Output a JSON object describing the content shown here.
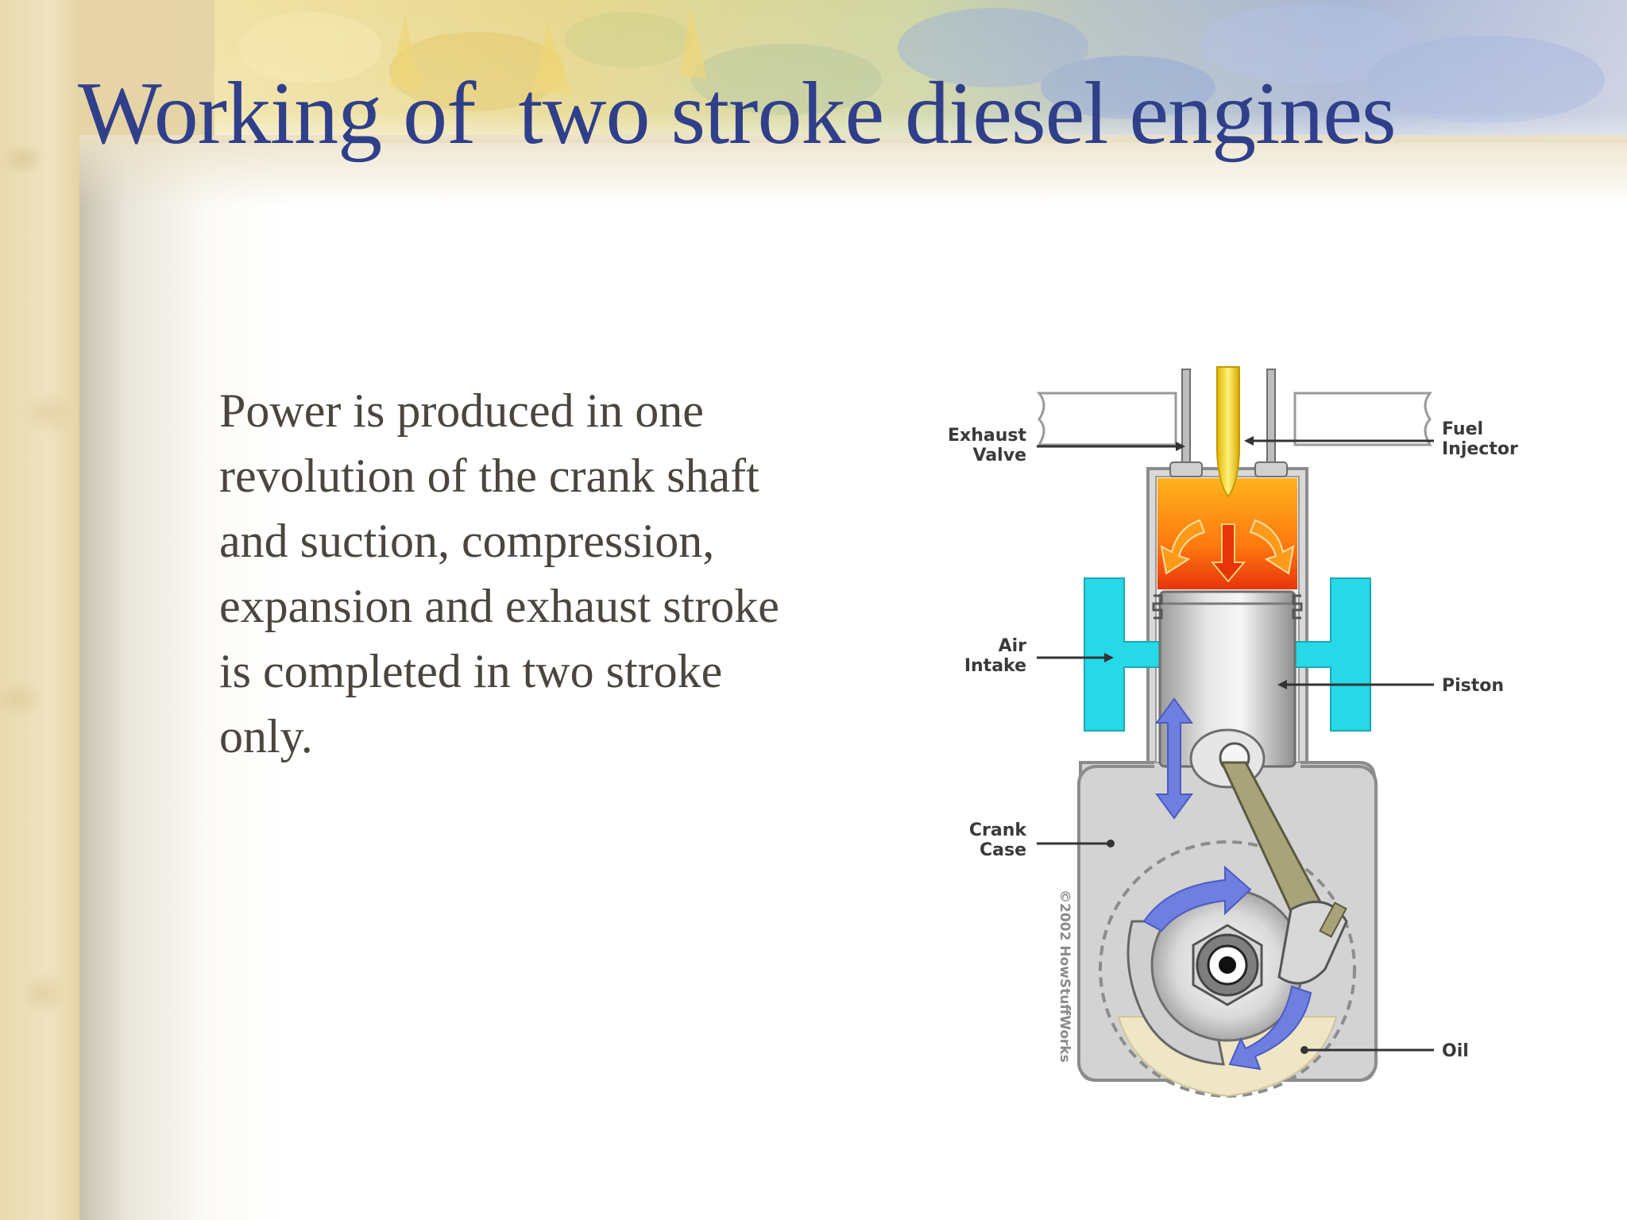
{
  "slide": {
    "title": "Working of  two stroke diesel engines",
    "body": "Power is produced in one revolution of the crank shaft and suction, compression, expansion and exhaust stroke is completed in two stroke only."
  },
  "diagram": {
    "labels": {
      "exhaust_valve_1": "Exhaust",
      "exhaust_valve_2": "Valve",
      "fuel_injector_1": "Fuel",
      "fuel_injector_2": "Injector",
      "air_intake_1": "Air",
      "air_intake_2": "Intake",
      "piston": "Piston",
      "crank_case_1": "Crank",
      "crank_case_2": "Case",
      "oil": "Oil"
    },
    "copyright": "©2002 HowStuffWorks",
    "colors": {
      "title": "#2f3f8a",
      "body_text": "#4a463f",
      "air_port": "#27d8e6",
      "flow_arrow": "#6e7fe0",
      "combustion_top": "#ff9a1a",
      "combustion_bottom": "#e8340a",
      "oil": "#efe6c6",
      "fuel_injector": "#f6d21c"
    }
  }
}
